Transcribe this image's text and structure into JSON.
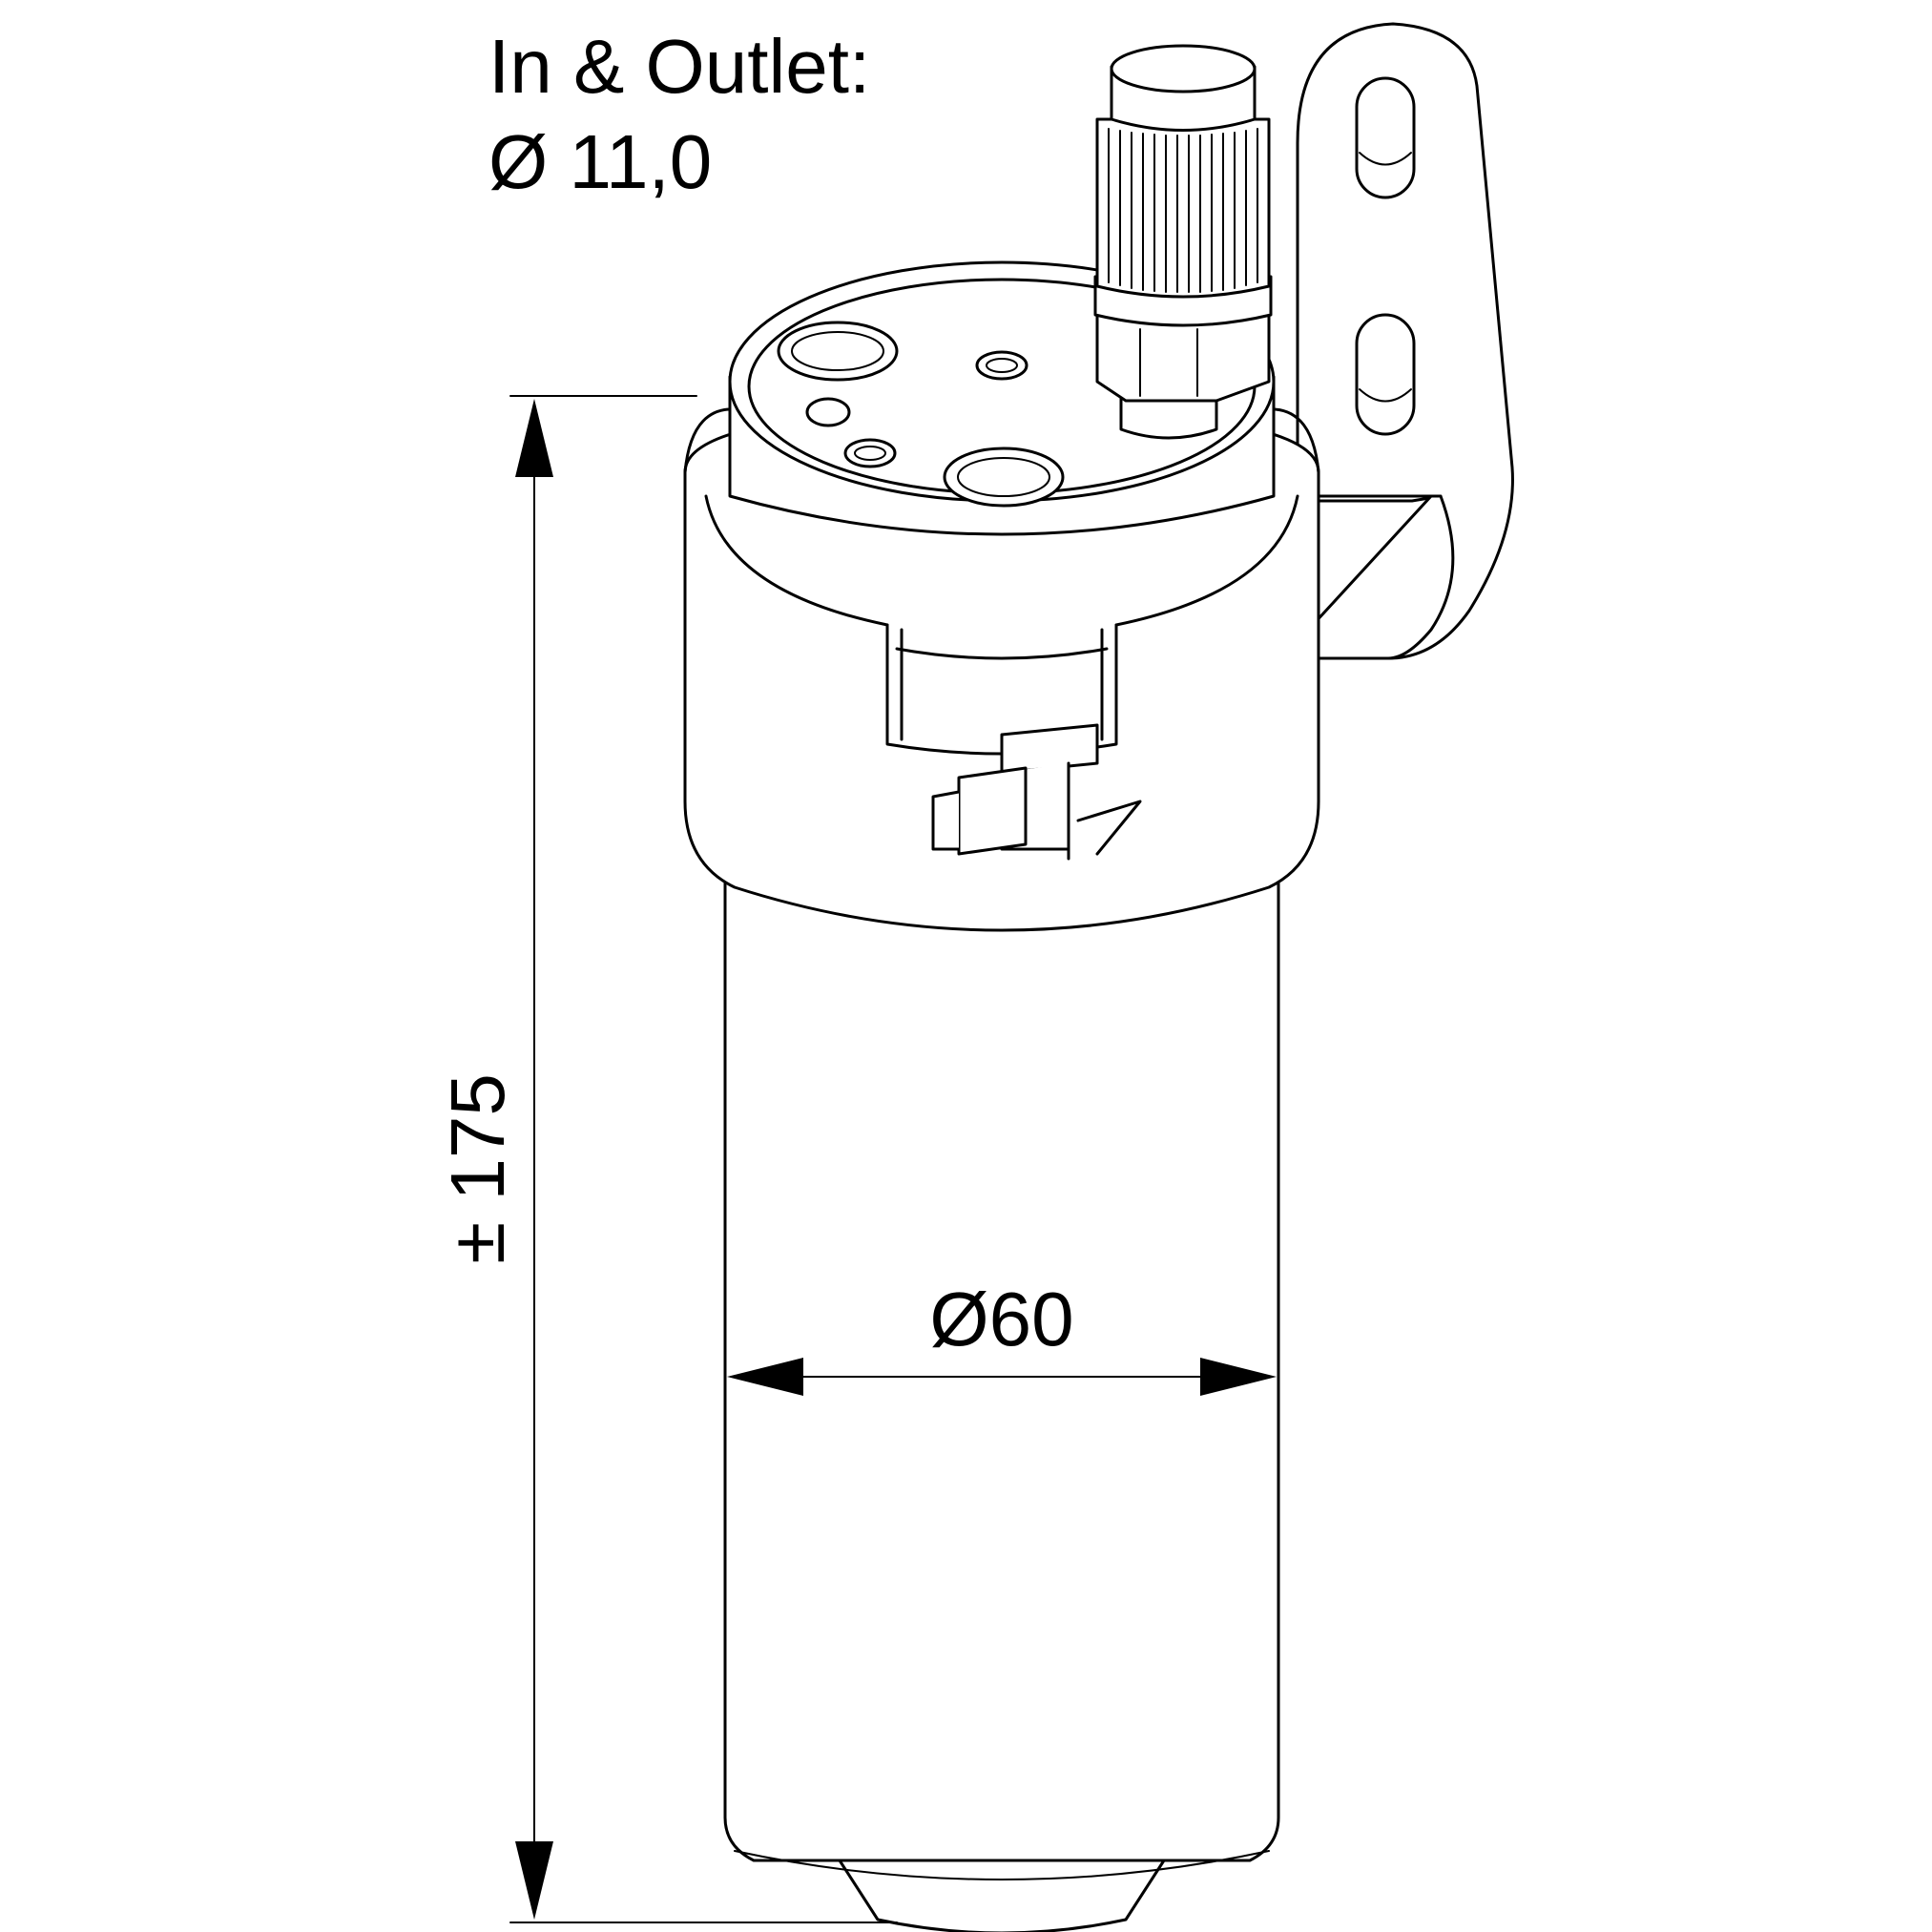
{
  "drawing": {
    "inlet_label_line1": "In & Outlet:",
    "inlet_label_line2": "Ø 11,0",
    "height_dimension": "± 175",
    "diameter_dimension": "Ø60"
  },
  "colors": {
    "line": "#000000",
    "background": "#ffffff"
  }
}
